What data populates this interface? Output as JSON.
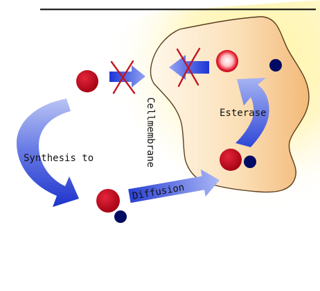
{
  "labels": {
    "cellmembrane": "Cellmembrane",
    "esterase": "Esterase",
    "synthesis": "Synthesis to",
    "diffusion": "Diffusion"
  },
  "colors": {
    "molecule_red": "#c4001a",
    "molecule_navy": "#000b63",
    "arrow_blue": "#3f52df",
    "cross_red": "#c21521",
    "cell_fill": "#f7cf99",
    "cell_outline": "#5a3d1e",
    "glow_yellow": "#fff38f",
    "top_rule": "#000000"
  }
}
